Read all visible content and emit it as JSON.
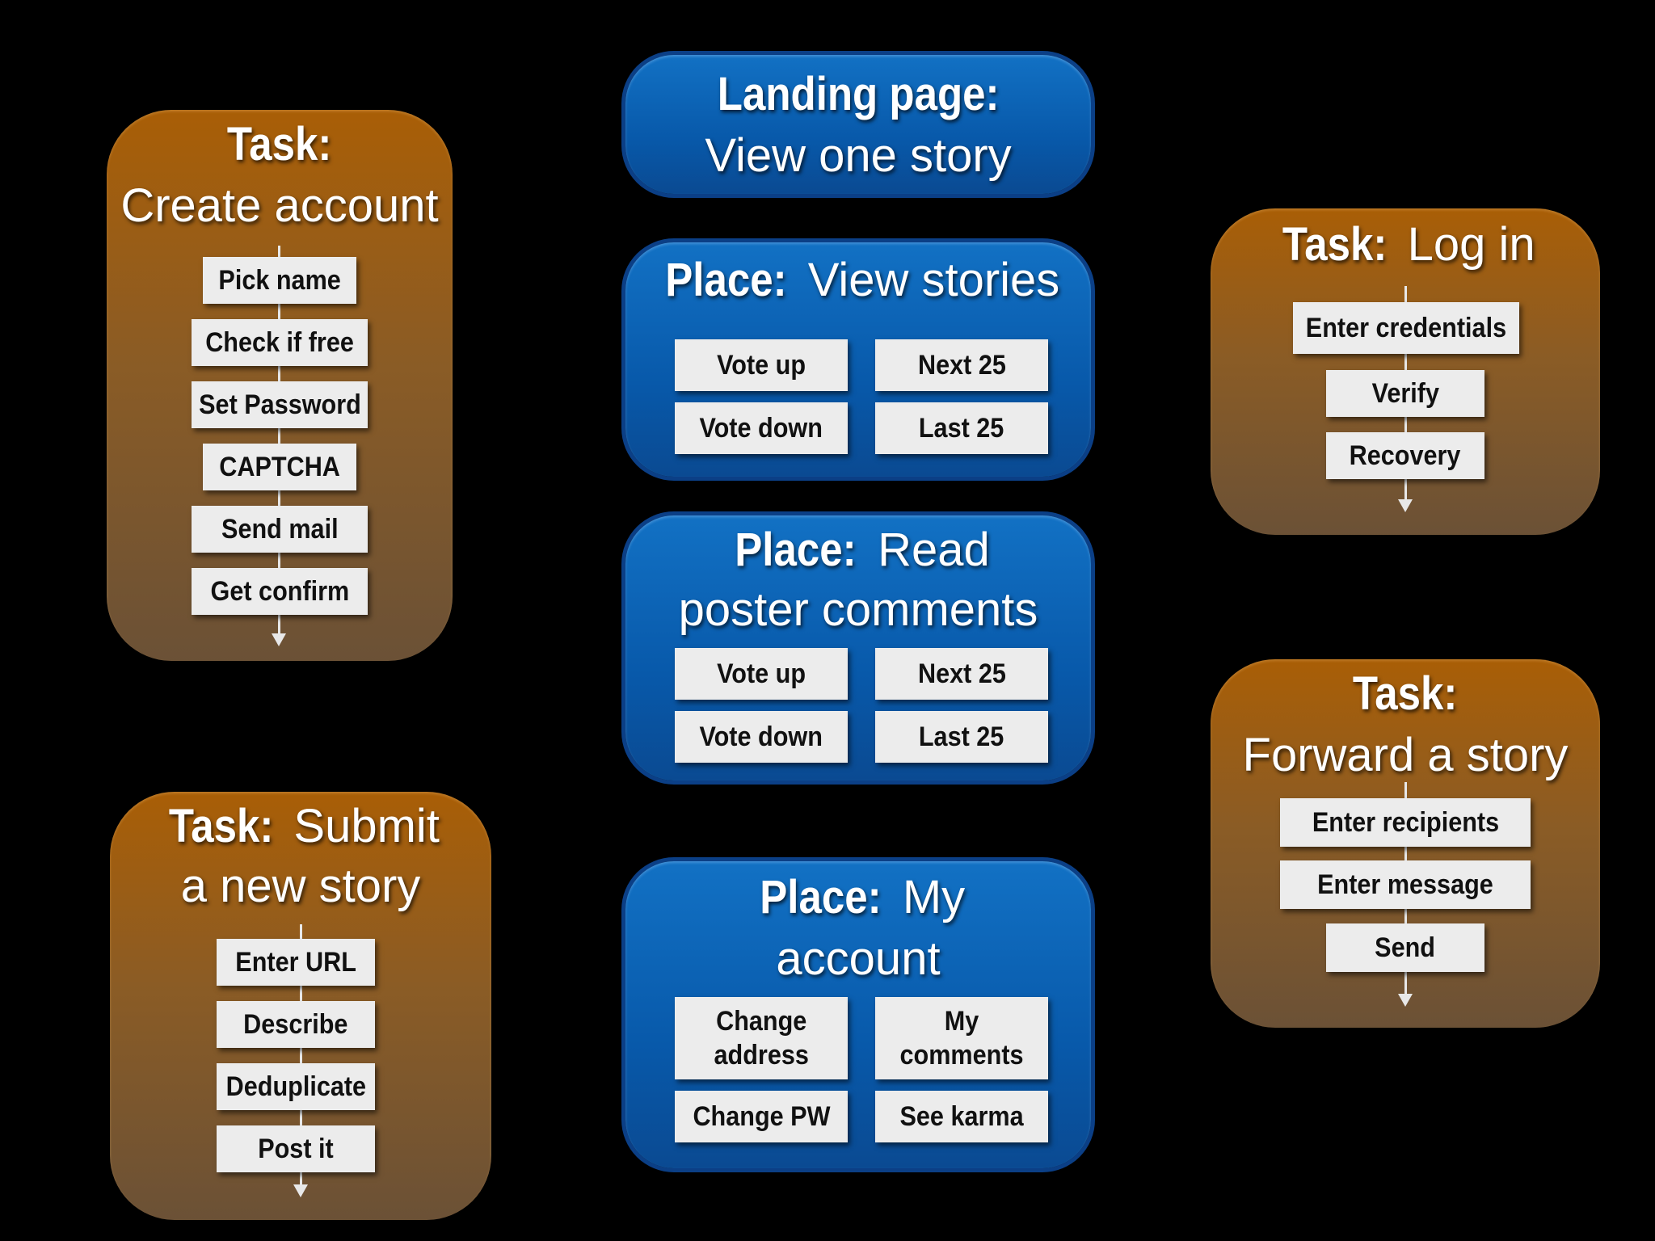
{
  "landing": {
    "bold": "Landing page:",
    "sub": "View one story"
  },
  "place_view": {
    "bold": "Place:",
    "sub": " View stories",
    "items": [
      "Vote up",
      "Next 25",
      "Vote down",
      "Last 25"
    ]
  },
  "place_read": {
    "bold": "Place:",
    "sub1": " Read",
    "sub2": "poster comments",
    "items": [
      "Vote up",
      "Next 25",
      "Vote down",
      "Last 25"
    ]
  },
  "place_account": {
    "bold": "Place:",
    "sub1": " My",
    "sub2": "account",
    "items": [
      "Change\naddress",
      "My\ncomments",
      "Change PW",
      "See karma"
    ]
  },
  "task_create": {
    "bold": "Task:",
    "sub": "Create account",
    "steps": [
      "Pick name",
      "Check if free",
      "Set Password",
      "CAPTCHA",
      "Send mail",
      "Get confirm"
    ]
  },
  "task_submit": {
    "bold": "Task:",
    "sub1": " Submit",
    "sub2": "a new story",
    "steps": [
      "Enter URL",
      "Describe",
      "Deduplicate",
      "Post it"
    ]
  },
  "task_login": {
    "bold": "Task:",
    "sub": " Log in",
    "steps": [
      "Enter credentials",
      "Verify",
      "Recovery"
    ]
  },
  "task_forward": {
    "bold": "Task:",
    "sub": "Forward a story",
    "steps": [
      "Enter recipients",
      "Enter message",
      "Send"
    ]
  }
}
